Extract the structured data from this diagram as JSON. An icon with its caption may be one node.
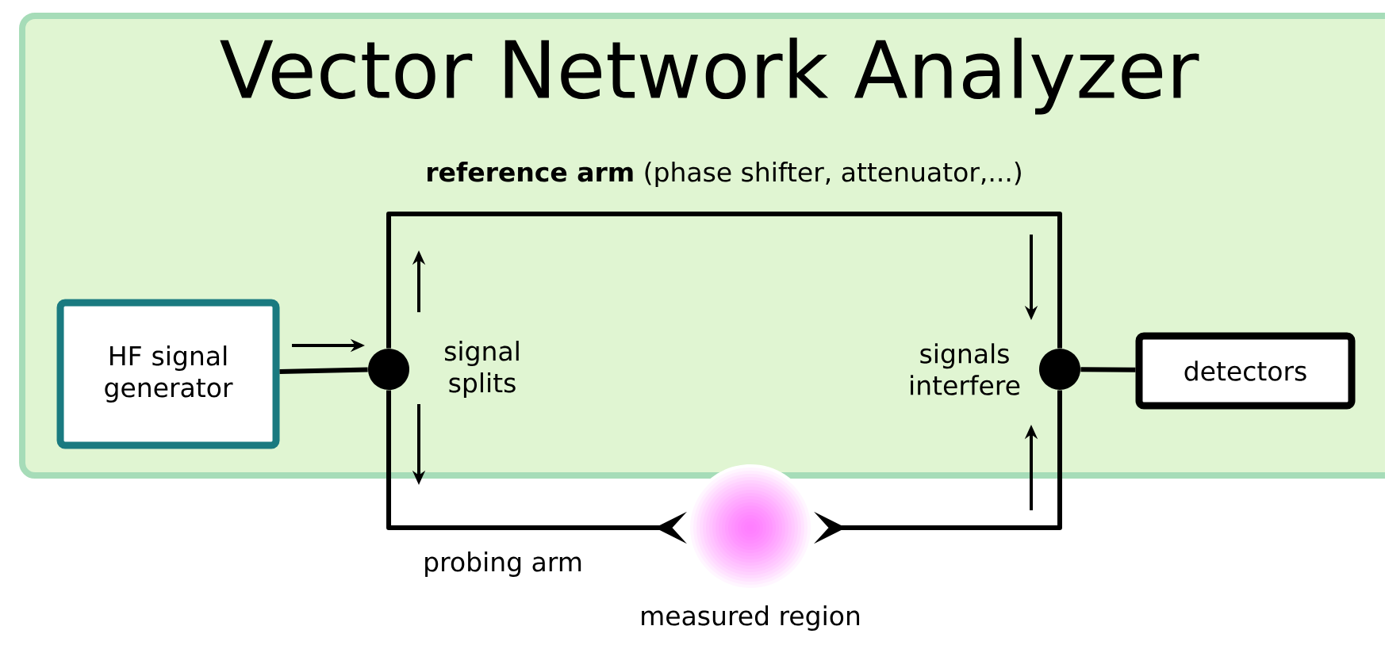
{
  "diagram": {
    "nodes": [
      {
        "text": [
          "Vector Network Analyzer"
        ]
      },
      {
        "text": [
          "HF signal generator"
        ],
        "in": 0
      },
      {
        "text": [],
        "shape": "circle",
        "in": 0
      },
      {
        "text": [],
        "shape": "circle",
        "in": 0
      },
      {
        "text": [
          "detectors"
        ],
        "in": 0
      },
      {
        "text": [],
        "shape": "circle",
        "beside": [
          "measured region"
        ]
      }
    ],
    "edges": [
      {
        "from": 1,
        "to": 2,
        "arrow": "none"
      },
      {
        "from": 2,
        "to": 3,
        "arrow": "none",
        "label": "**reference arm** (phase shifter, attenuator,...)"
      },
      {
        "from": 2,
        "to": 5,
        "arrow": "other",
        "label": "probing arm"
      },
      {
        "from": 3,
        "to": 5,
        "arrow": "other"
      },
      {
        "from": 3,
        "to": 4,
        "arrow": "none"
      }
    ],
    "labels": [
      "signal splits",
      "signals interfere"
    ]
  }
}
